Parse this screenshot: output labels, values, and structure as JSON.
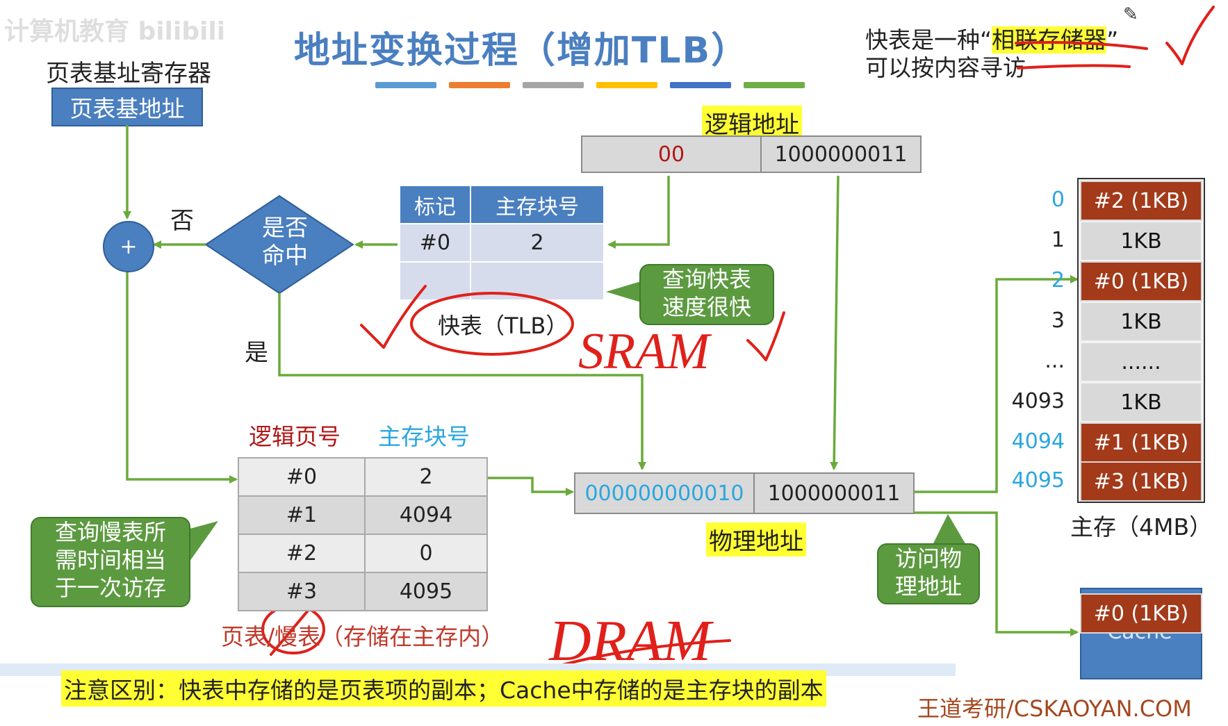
{
  "watermark": "计算机教育 bilibili",
  "title": "地址变换过程（增加TLB）",
  "top_note": {
    "line1_prefix": "快表是一种“",
    "line1_highlight": "相联存储器",
    "line1_suffix": "”",
    "line2": "可以按内容寻访"
  },
  "page_table_register": {
    "caption": "页表基址寄存器",
    "box_label": "页表基地址"
  },
  "logical_address": {
    "label": "逻辑地址",
    "page_part": "00",
    "offset_part": "1000000011"
  },
  "tlb": {
    "headers": [
      "标记",
      "主存块号"
    ],
    "rows": [
      [
        "#0",
        "2"
      ],
      [
        "",
        ""
      ]
    ],
    "caption": "快表（TLB）"
  },
  "decision": {
    "text_line1": "是否",
    "text_line2": "命中",
    "no_label": "否",
    "yes_label": "是",
    "adder_symbol": "+"
  },
  "callouts": {
    "fast_query": [
      "查询快表",
      "速度很快"
    ],
    "slow_query": [
      "查询慢表所",
      "需时间相当",
      "于一次访存"
    ],
    "access_physical": [
      "访问物",
      "理地址"
    ]
  },
  "page_table": {
    "header_page": "逻辑页号",
    "header_block": "主存块号",
    "rows": [
      [
        "#0",
        "2"
      ],
      [
        "#1",
        "4094"
      ],
      [
        "#2",
        "0"
      ],
      [
        "#3",
        "4095"
      ]
    ],
    "caption": "页表/慢表（存储在主存内）"
  },
  "physical_address": {
    "label": "物理地址",
    "block_part": "000000000010",
    "offset_part": "1000000011"
  },
  "main_memory": {
    "caption": "主存（4MB）",
    "rows": [
      {
        "index": "0",
        "content": "#2 (1KB)",
        "highlight": true
      },
      {
        "index": "1",
        "content": "1KB",
        "highlight": false
      },
      {
        "index": "2",
        "content": "#0 (1KB)",
        "highlight": true
      },
      {
        "index": "3",
        "content": "1KB",
        "highlight": false
      },
      {
        "index": "...",
        "content": "......",
        "highlight": false
      },
      {
        "index": "4093",
        "content": "1KB",
        "highlight": false
      },
      {
        "index": "4094",
        "content": "#1 (1KB)",
        "highlight": true
      },
      {
        "index": "4095",
        "content": "#3 (1KB)",
        "highlight": true
      }
    ]
  },
  "cache": {
    "block": "#0 (1KB)",
    "label": "Cache"
  },
  "handwriting": {
    "sram": "SRAM",
    "dram": "DRAM"
  },
  "bottom_note": "注意区别：快表中存储的是页表项的副本；Cache中存储的是主存块的副本",
  "brand": "王道考研/CSKAOYAN.COM",
  "colors": {
    "accent_blue": "#4a7fc0",
    "arrow_green": "#6aaa3a",
    "memory_red": "#a33a1a",
    "highlight_yellow": "#ffff33",
    "annotation_red": "#e0201a"
  }
}
